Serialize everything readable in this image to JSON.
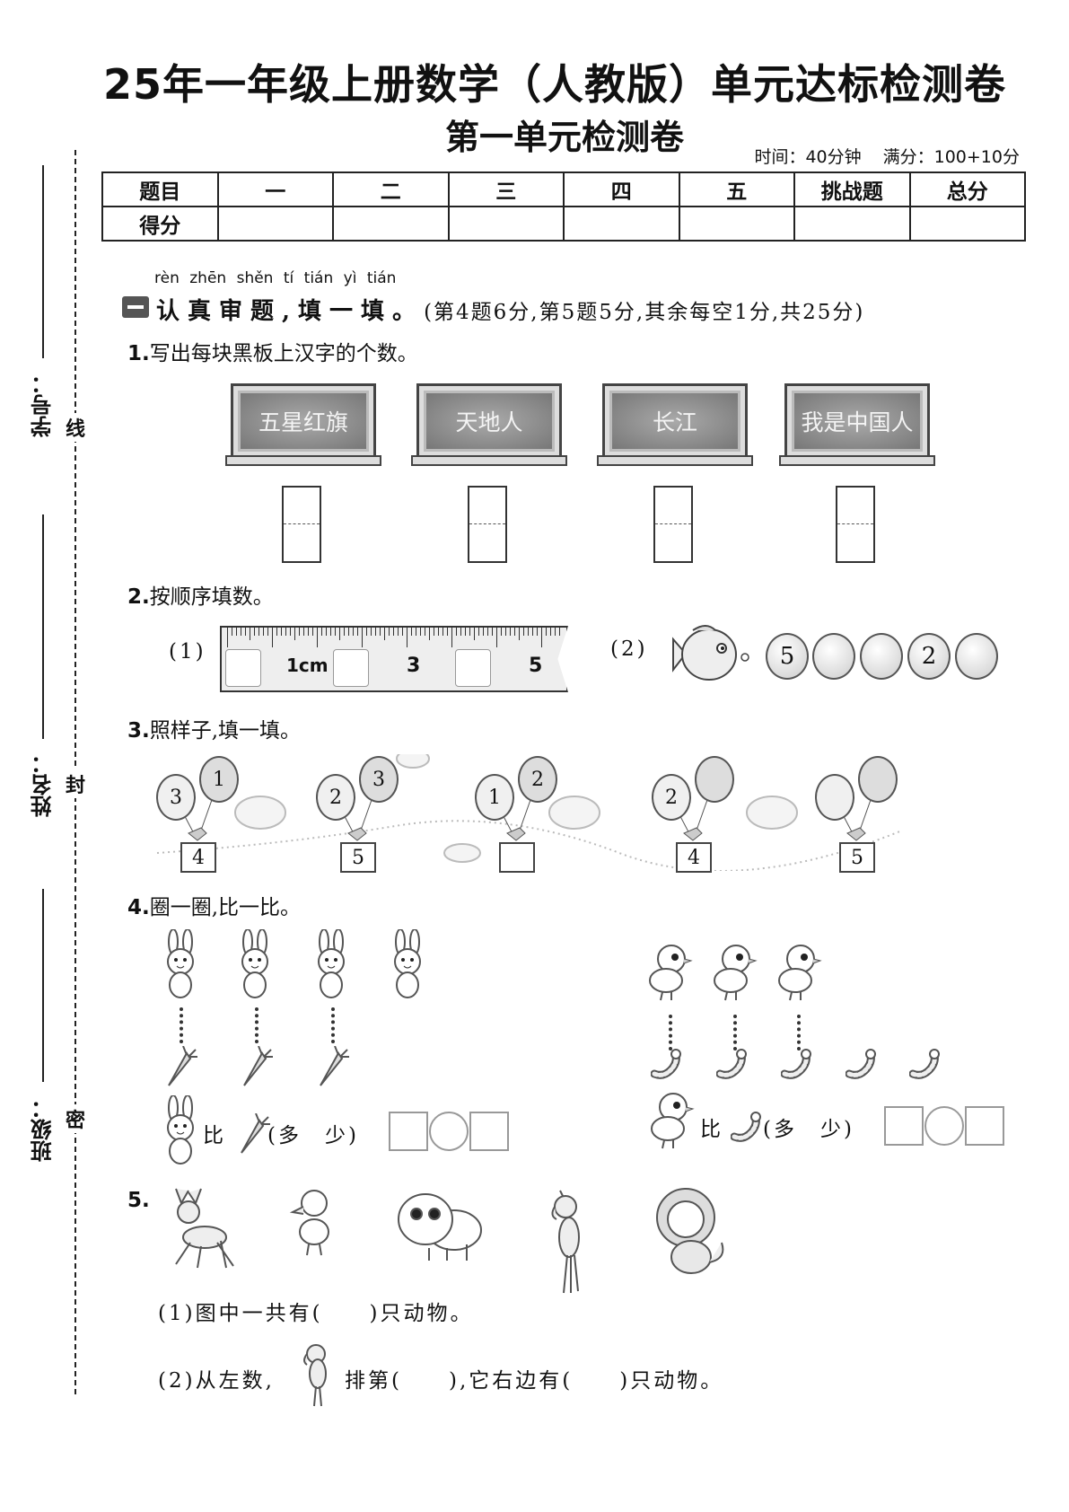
{
  "header": {
    "title": "25年一年级上册数学（人教版）单元达标检测卷",
    "subtitle": "第一单元检测卷",
    "time": "时间：40分钟",
    "full_score": "满分：100+10分"
  },
  "score_table": {
    "header": [
      "题目",
      "一",
      "二",
      "三",
      "四",
      "五",
      "挑战题",
      "总分"
    ],
    "row_label": "得分"
  },
  "margin": {
    "student_id": "学号：",
    "name": "姓名：",
    "class": "班级：",
    "seal_chars": [
      "线",
      "封",
      "密"
    ]
  },
  "section1": {
    "pinyin": "rèn zhēn shěn  tí   tián  yì  tián",
    "title": "认真审题,填一填。",
    "note": "(第4题6分,第5题5分,其余每空1分,共25分)"
  },
  "q1": {
    "label": "1.",
    "text": "写出每块黑板上汉字的个数。",
    "boards": [
      "五星红旗",
      "天地人",
      "长江",
      "我是中国人"
    ]
  },
  "q2": {
    "label": "2.",
    "text": "按顺序填数。",
    "part1": "(1)",
    "ruler_labels": [
      "1cm",
      "3",
      "5"
    ],
    "part2": "(2)",
    "beads": [
      "5",
      "",
      "",
      "2",
      ""
    ]
  },
  "q3": {
    "label": "3.",
    "text": "照样子,填一填。",
    "groups": [
      {
        "left": "3",
        "right": "1",
        "total": "4"
      },
      {
        "left": "2",
        "right": "3",
        "total": "5"
      },
      {
        "left": "1",
        "right": "2",
        "total": ""
      },
      {
        "left": "2",
        "right": "",
        "total": "4"
      },
      {
        "left": "",
        "right": "",
        "total": "5"
      }
    ]
  },
  "q4": {
    "label": "4.",
    "text": "圈一圈,比一比。",
    "compare_word": "比",
    "choice": "(多　少)"
  },
  "q5": {
    "label": "5.",
    "p1": "(1)图中一共有(　　)只动物。",
    "p2a": "(2)从左数,",
    "p2b": "排第(　　),它右边有(　　)只动物。"
  }
}
